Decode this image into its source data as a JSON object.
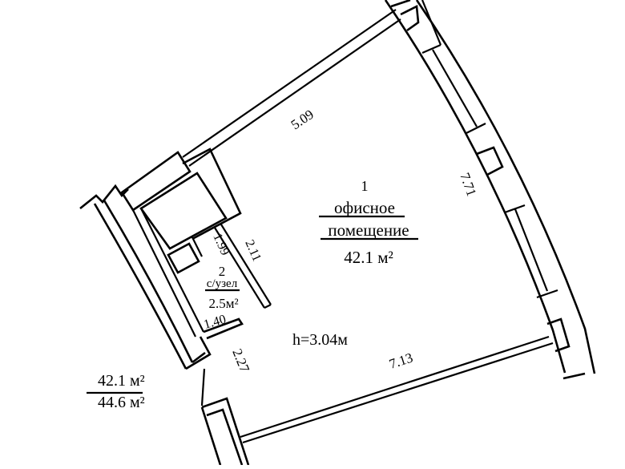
{
  "plan": {
    "type": "floor-plan",
    "height_label": "h=3.04м",
    "total": {
      "living_area": "42.1 м²",
      "total_area": "44.6 м²"
    },
    "rooms": [
      {
        "number": "1",
        "name_line1": "офисное",
        "name_line2": "помещение",
        "area": "42.1 м²"
      },
      {
        "number": "2",
        "name": "с/узел",
        "area": "2.5м²"
      }
    ],
    "dimensions": {
      "top_wall": "5.09",
      "right_wall": "7.71",
      "bottom_wall": "7.13",
      "entry_wall": "2.27",
      "bathroom_inner": "1.99",
      "bathroom_outer": "2.11",
      "bathroom_width": "1.40"
    }
  }
}
